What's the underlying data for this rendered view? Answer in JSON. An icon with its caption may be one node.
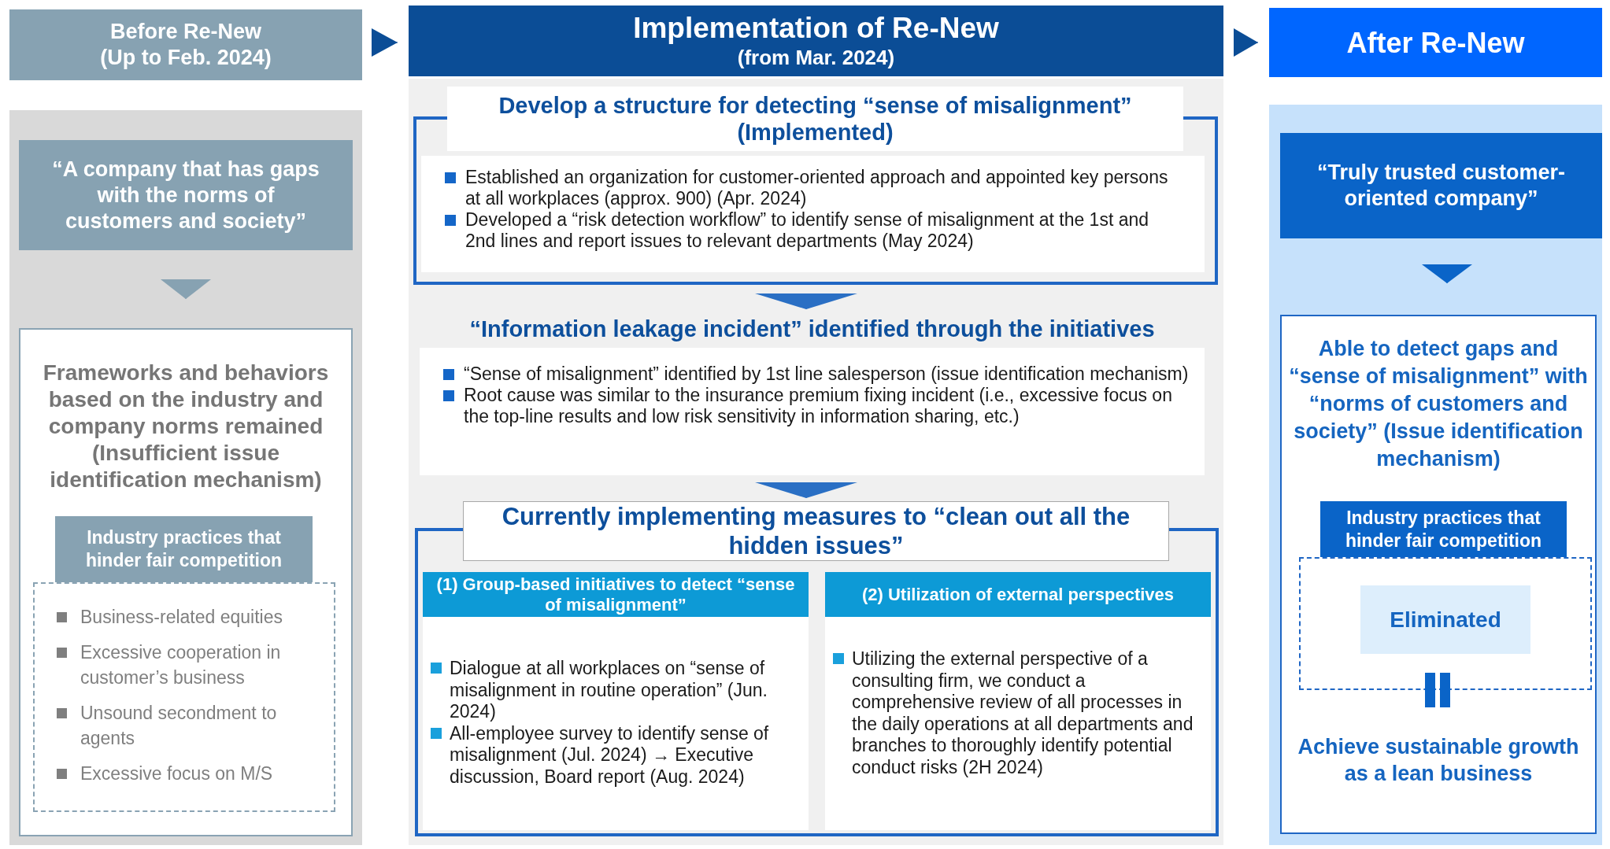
{
  "diagram": {
    "nodes": [
      {
        "text": [
          "Before Re-New",
          "(Up to Feb. 2024)"
        ]
      },
      {
        "text": [
          "Implementation of Re-New",
          "(from Mar. 2024)"
        ]
      },
      {
        "text": [
          "After Re-New"
        ]
      },
      {
        "text": [],
        "shape": "box"
      },
      {
        "text": [
          "“A company that has gaps with the norms of customers and society”"
        ],
        "in": 3
      },
      {
        "text": [
          "Frameworks and behaviors based on the industry and company norms remained (Insufficient issue identification mechanism)"
        ],
        "in": 3
      },
      {
        "text": [
          "Business-related equities",
          "Excessive cooperation in customer’s business",
          "Unsound secondment to agents",
          "Excessive focus on M/S"
        ],
        "in": 5
      },
      {
        "text": [
          "Industry practices that hinder fair competition"
        ],
        "in": 5
      },
      {
        "text": [],
        "shape": "box"
      },
      {
        "text": [
          "Develop a structure for detecting “sense of misalignment” (Implemented)"
        ],
        "in": 8
      },
      {
        "text": [
          "Established an organization for customer-oriented approach and appointed key persons at all workplaces (approx. 900) (Apr. 2024)",
          "Developed a “risk detection workflow” to identify sense of misalignment at the 1st and 2nd lines and report issues to relevant departments  (May 2024)"
        ],
        "in": 9
      },
      {
        "text": [
          "“Information leakage incident” identified through the initiatives",
          "“Sense of misalignment” identified by 1st line salesperson (issue identification mechanism)",
          "Root cause was similar to the insurance premium fixing incident (i.e., excessive focus on the top-line results and low risk sensitivity in information sharing, etc.)"
        ],
        "in": 8
      },
      {
        "text": [
          "Currently implementing measures to “clean out all the hidden issues”"
        ],
        "in": 8
      },
      {
        "text": [
          "(1) Group-based initiatives to detect “sense of misalignment”",
          "Dialogue at all workplaces on “sense of misalignment in routine operation” (Jun. 2024)",
          "All-employee survey to identify sense of misalignment (Jul. 2024) → Executive discussion, Board report (Aug. 2024)"
        ],
        "in": 12
      },
      {
        "text": [
          "(2) Utilization of external perspectives",
          "Utilizing the external perspective of a consulting firm, we conduct a comprehensive review of all processes in the daily operations at all departments and branches to thoroughly identify potential conduct risks (2H 2024)"
        ],
        "in": 12
      },
      {
        "text": [],
        "shape": "box"
      },
      {
        "text": [
          "“Truly trusted customer-oriented company”"
        ],
        "in": 15
      },
      {
        "text": [
          "Able to detect gaps and “sense of misalignment” with “norms of customers and society” (Issue identification mechanism)",
          "Achieve sustainable growth as a lean business"
        ],
        "in": 15
      },
      {
        "text": [],
        "shape": "box",
        "in": 17
      },
      {
        "text": [
          "Industry practices that hinder fair competition"
        ],
        "in": 17
      },
      {
        "text": [
          "Eliminated"
        ],
        "in": 18
      }
    ],
    "edges": [
      {
        "from": 0,
        "to": 1,
        "arrow": "to",
        "color": "#0b4d96"
      },
      {
        "from": 1,
        "to": 2,
        "arrow": "to",
        "color": "#0b4d96"
      },
      {
        "from": 4,
        "to": 5,
        "arrow": "to",
        "color": "#87a2b2"
      },
      {
        "from": 16,
        "to": 17,
        "arrow": "to",
        "color": "#0a64c8"
      },
      {
        "from": 9,
        "to": 11,
        "arrow": "to",
        "color": "#2a6fc4"
      },
      {
        "from": 11,
        "to": 12,
        "arrow": "to",
        "color": "#2a6fc4"
      }
    ]
  }
}
